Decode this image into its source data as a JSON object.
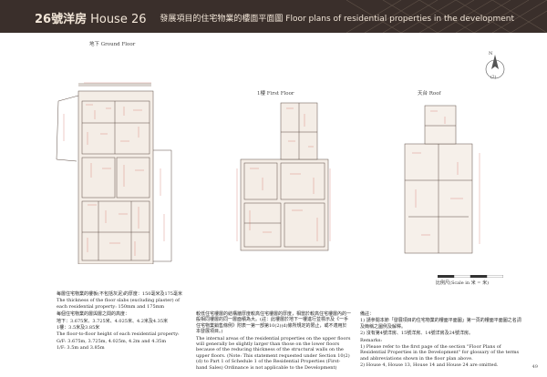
{
  "header": {
    "house_zh": "26號洋房",
    "house_en": "House 26",
    "title": "發展項目的住宅物業的樓面平面圖 Floor plans of residential properties in the development"
  },
  "floors": {
    "ground": "地下 Ground Floor",
    "first": "1樓 First Floor",
    "roof": "天台 Roof"
  },
  "compass": {
    "letter": "N",
    "code": "(2)"
  },
  "scale_label": "比例尺(Scale in 米 = 米)",
  "notes_left": {
    "slab_zh": "每層住宅物業的樓板(不包括灰泥)的厚度：150毫米及175毫米",
    "slab_en": "The thickness of the floor slabs (excluding plaster) of each residential property: 150mm and 175mm",
    "height_zh": "每個住宅物業的層與層之間的高度：",
    "height_zh_2": "地下：3.675米、3.725米、4.025米、4.2米及4.35米",
    "height_zh_3": "1樓：3.5米及3.85米",
    "height_en": "The floor-to-floor height of each residential property:",
    "height_en_2": "G/F: 3.675m, 3.725m, 4.025m, 4.2m and 4.35m",
    "height_en_3": "1/F: 3.5m and 3.85m"
  },
  "notes_mid": {
    "zh": "較低住宅樓層的結構牆厚度較高住宅樓層的厚度，相當於較高住宅樓層內的一般相同樓層的同一層面積為大。(註：此樓層於地下一樓進行並標示及《一手住宅物業銷售條例》附表一第一部第10(2)(d)條所規定的限止，或不適用於本發展項目。)",
    "en": "The internal areas of the residential properties on the upper floors will generally be slightly larger than those on the lower floors because of the reducing thickness of the structural walls on the upper floors. (Note: This statement requested under Section 10(2)(d) to Part 1 of Schedule 1 of the Residential Properties (First-hand Sales) Ordinance is not applicable to the Development)"
  },
  "notes_right": {
    "heading_zh": "備註：",
    "n1_zh": "1) 請參閱本節「發展項目的住宅物業的樓面平面圖」第一頁的樓面平面圖之名詞及簡稱之圖例及解釋。",
    "n2_zh": "2) 沒有第4號洋房、15號洋房、14號洋房及24號洋房。",
    "heading_en": "Remarks:",
    "n1_en": "1) Please refer to the first page of the section \"Floor Plans of Residential Properties in the Development\" for glossary of the terms and abbreviations shown in the floor plan above.",
    "n2_en": "2) House 4, House 13, House 14 and House 24 are omitted."
  },
  "page_number": "49"
}
